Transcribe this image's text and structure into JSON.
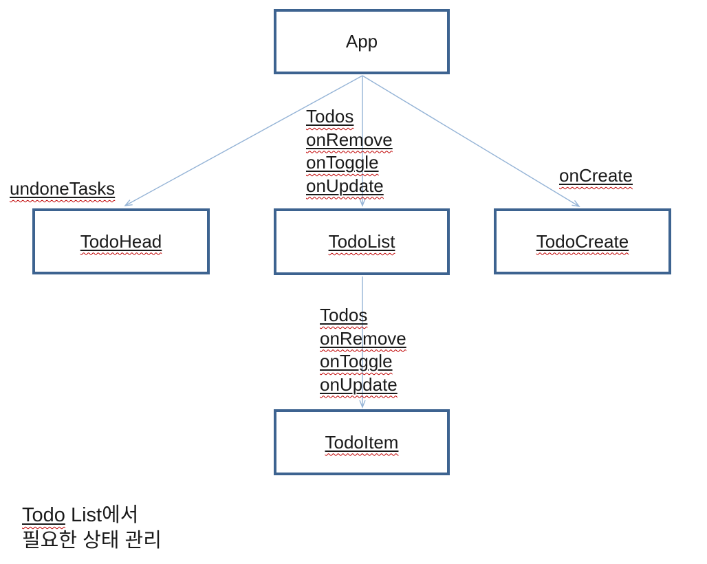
{
  "diagram": {
    "nodes": {
      "app": {
        "label": "App"
      },
      "todo_head": {
        "label": "TodoHead"
      },
      "todo_list": {
        "label": "TodoList"
      },
      "todo_create": {
        "label": "TodoCreate"
      },
      "todo_item": {
        "label": "TodoItem"
      }
    },
    "edges": {
      "app_to_todohead": {
        "label": "undoneTasks"
      },
      "app_to_todolist": {
        "labels": [
          "Todos",
          "onRemove",
          "onToggle",
          "onUpdate"
        ]
      },
      "app_to_todocreate": {
        "label": "onCreate"
      },
      "todolist_to_todoitem": {
        "labels": [
          "Todos",
          "onRemove",
          "onToggle",
          "onUpdate"
        ]
      }
    },
    "note": {
      "line1_word": "Todo",
      "line1_rest": " List에서",
      "line2": "필요한 상태 관리"
    },
    "colors": {
      "box_border": "#3d6390",
      "connector": "#94b3d6",
      "text": "#1a1a1a",
      "squiggle": "#c00000"
    }
  }
}
